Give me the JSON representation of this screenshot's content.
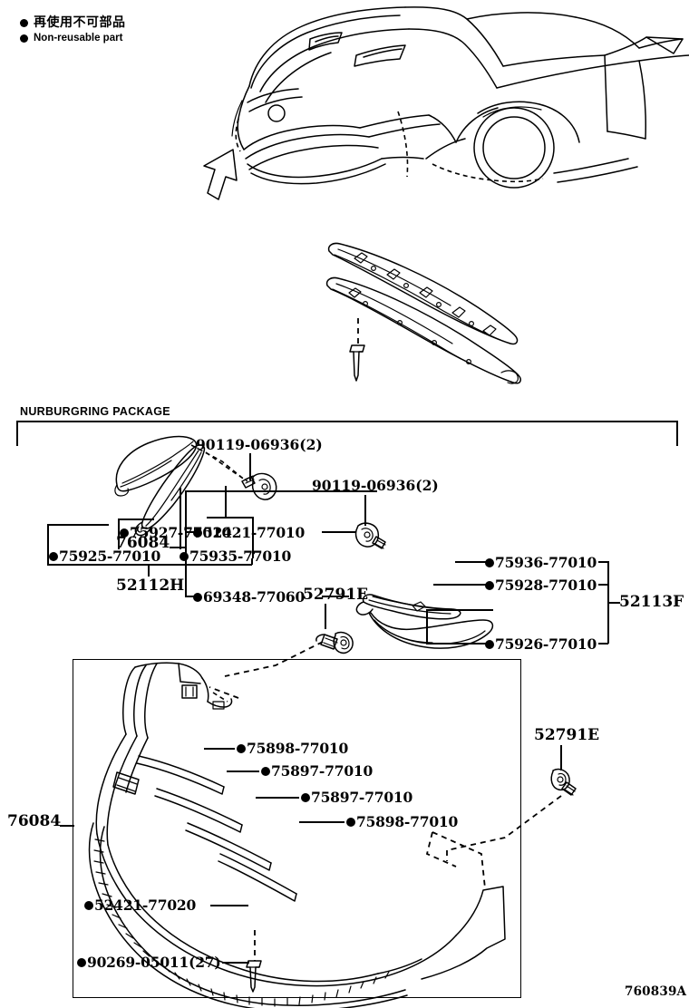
{
  "legend": {
    "japanese": "再使用不可部品",
    "english": "Non-reusable part",
    "marker": "filled-circle"
  },
  "vehicle": {
    "name": "front-three-quarter-view",
    "arrow": "callout-arrow-to-front-bumper"
  },
  "blocks": {
    "upper": {
      "group_label": "76084",
      "parts": [
        {
          "number": "52421-77010",
          "marker": true
        },
        {
          "number": "69348-77060",
          "marker": true
        }
      ]
    },
    "nurburgring": {
      "title": "NURBURGRING PACKAGE",
      "left_group": {
        "label": "52112H",
        "fastener": "90119-06936(2)",
        "parts": [
          {
            "number": "75925-77010",
            "marker": true
          },
          {
            "number": "75927-77010",
            "marker": true
          },
          {
            "number": "75935-77010",
            "marker": true
          }
        ]
      },
      "right_group": {
        "label": "52113F",
        "fastener": "90119-06936(2)",
        "parts": [
          {
            "number": "75936-77010",
            "marker": true
          },
          {
            "number": "75928-77010",
            "marker": true
          },
          {
            "number": "75926-77010",
            "marker": true
          }
        ]
      },
      "clip_left": "52791E",
      "clip_right": "52791E"
    },
    "lower": {
      "group_label": "76084",
      "spoiler_parts": [
        {
          "number": "75898-77010",
          "marker": true
        },
        {
          "number": "75897-77010",
          "marker": true
        },
        {
          "number": "75897-77010",
          "marker": true
        },
        {
          "number": "75898-77010",
          "marker": true
        }
      ],
      "parts": [
        {
          "number": "52421-77020",
          "marker": true
        },
        {
          "number": "90269-05011(27)",
          "marker": true
        }
      ]
    }
  },
  "footer": {
    "diagram_code": "760839A"
  }
}
